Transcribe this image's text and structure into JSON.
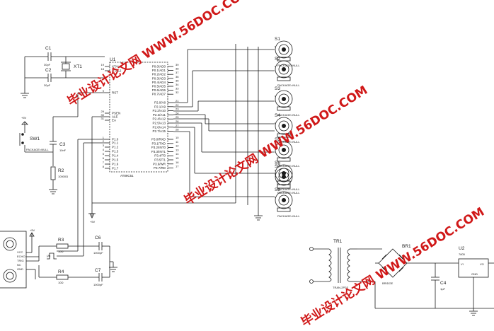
{
  "mcu": {
    "ref": "U1",
    "part": "AT89C51",
    "left_pins": [
      {
        "num": "19",
        "name": "XTAL1"
      },
      {
        "num": "18",
        "name": "XTAL2"
      },
      {
        "num": "9",
        "name": "RST"
      },
      {
        "num": "29",
        "name": "PSEN"
      },
      {
        "num": "30",
        "name": "ALE"
      },
      {
        "num": "31",
        "name": "EA"
      },
      {
        "num": "1",
        "name": "P1.0"
      },
      {
        "num": "2",
        "name": "P1.1"
      },
      {
        "num": "3",
        "name": "P1.2"
      },
      {
        "num": "4",
        "name": "P1.3"
      },
      {
        "num": "5",
        "name": "P1.4"
      },
      {
        "num": "6",
        "name": "P1.5"
      },
      {
        "num": "7",
        "name": "P1.6"
      },
      {
        "num": "8",
        "name": "P1.7"
      }
    ],
    "right_pins": [
      {
        "num": "39",
        "name": "P0.0/AD0"
      },
      {
        "num": "38",
        "name": "P0.1/AD1"
      },
      {
        "num": "37",
        "name": "P0.2/AD2"
      },
      {
        "num": "36",
        "name": "P0.3/AD3"
      },
      {
        "num": "35",
        "name": "P0.4/AD4"
      },
      {
        "num": "34",
        "name": "P0.5/AD5"
      },
      {
        "num": "33",
        "name": "P0.6/AD6"
      },
      {
        "num": "32",
        "name": "P0.7/AD7"
      },
      {
        "num": "21",
        "name": "P2.0/A8"
      },
      {
        "num": "22",
        "name": "P2.1/A9"
      },
      {
        "num": "23",
        "name": "P2.2/A10"
      },
      {
        "num": "24",
        "name": "P2.3/A11"
      },
      {
        "num": "25",
        "name": "P2.4/A12"
      },
      {
        "num": "26",
        "name": "P2.5/A13"
      },
      {
        "num": "27",
        "name": "P2.6/A14"
      },
      {
        "num": "28",
        "name": "P2.7/A15"
      },
      {
        "num": "10",
        "name": "P3.0/RXD"
      },
      {
        "num": "11",
        "name": "P3.1/TXD"
      },
      {
        "num": "12",
        "name": "P3.2/INT0"
      },
      {
        "num": "13",
        "name": "P3.3/INT1"
      },
      {
        "num": "14",
        "name": "P3.4/T0"
      },
      {
        "num": "15",
        "name": "P3.5/T1"
      },
      {
        "num": "16",
        "name": "P3.6/WR"
      },
      {
        "num": "17",
        "name": "P3.7/RD"
      }
    ]
  },
  "crystal": {
    "ref": "XT1"
  },
  "caps": {
    "c1": {
      "ref": "C1",
      "value": "30pF"
    },
    "c2": {
      "ref": "C2",
      "value": "30pF"
    },
    "c3": {
      "ref": "C3",
      "value": "10nF"
    },
    "c4": {
      "ref": "C4",
      "value": "1µF"
    },
    "c6": {
      "ref": "C6",
      "value": "1000pF"
    },
    "c7": {
      "ref": "C7",
      "value": "1000pF"
    }
  },
  "resistors": {
    "r2": {
      "ref": "R2",
      "value": "10000Ω"
    },
    "r3": {
      "ref": "R3",
      "value": "10Ω"
    },
    "r4": {
      "ref": "R4",
      "value": "10Ω"
    }
  },
  "switch": {
    "ref": "SW1",
    "package": "PACKAGE=NULL"
  },
  "supply_labels": {
    "vcc": "+5V"
  },
  "speakers": [
    {
      "ref": "S1",
      "package": "PACKAGE=NULL"
    },
    {
      "ref": "S2",
      "package": "PACKAGE=NULL"
    },
    {
      "ref": "S3",
      "package": "PACKAGE=NULL"
    },
    {
      "ref": "S4",
      "package": "PACKAGE=NULL"
    },
    {
      "ref": "S5",
      "package": "PACKAGE=NULL"
    },
    {
      "ref": "S6",
      "package": "PACKAGE=NULL"
    },
    {
      "ref": "S7",
      "package": "PACKAGE=NULL"
    },
    {
      "ref": "S8",
      "package": "PACKAGE=NULL"
    }
  ],
  "sensor": {
    "pins": [
      "VCC",
      "ECHO",
      "TRIG",
      "NC",
      "GND"
    ]
  },
  "power": {
    "transformer": {
      "ref": "TR1",
      "part": "TRAN-2P2S"
    },
    "bridge": {
      "ref": "BR1",
      "part": "BRIDGE"
    },
    "regulator": {
      "ref": "U2",
      "part": "7805",
      "pins": [
        "VI",
        "VO",
        "GND"
      ]
    }
  },
  "watermark": "毕业设计论文网 WWW.56DOC.COM"
}
